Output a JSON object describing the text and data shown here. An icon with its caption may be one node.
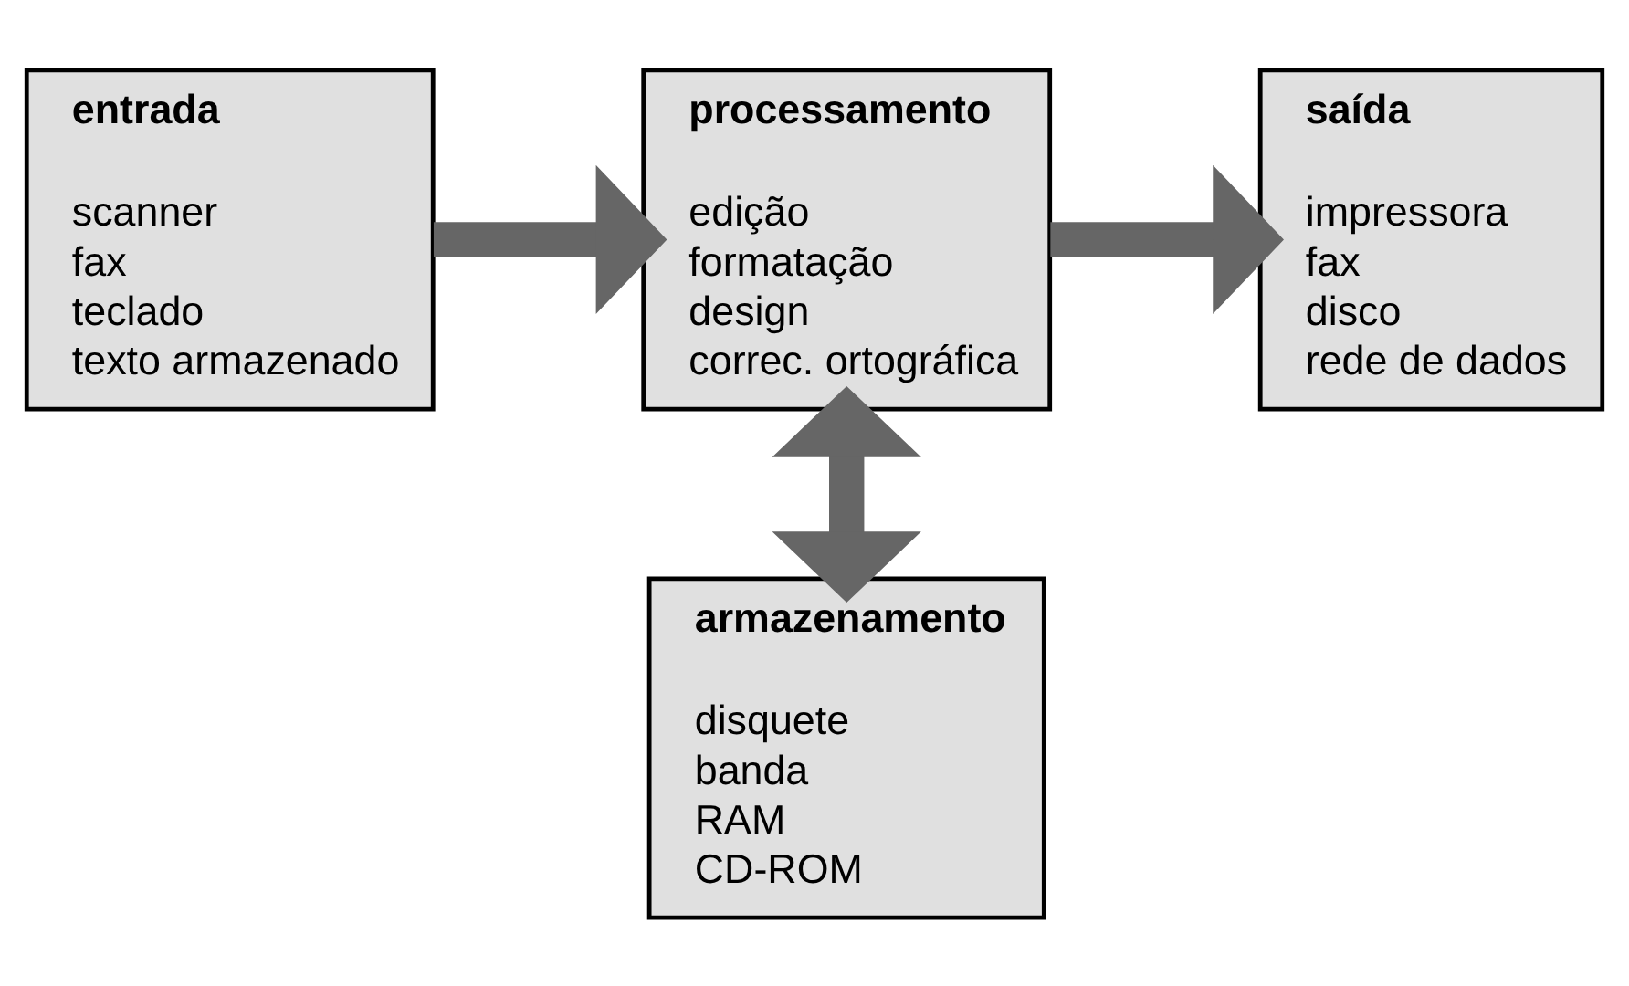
{
  "diagram": {
    "nodes": [
      {
        "text": [
          "entrada",
          "scanner",
          "fax",
          "teclado",
          "texto armazenado"
        ]
      },
      {
        "text": [
          "processamento",
          "edição",
          "formatação",
          "design",
          "correc. ortográfica"
        ]
      },
      {
        "text": [
          "saída",
          "impressora",
          "fax",
          "disco",
          "rede de dados"
        ]
      },
      {
        "text": [
          "armazenamento",
          "disquete",
          "banda",
          "RAM",
          "CD-ROM"
        ]
      }
    ],
    "edges": [
      {
        "from": 0,
        "to": 1,
        "arrow": "to"
      },
      {
        "from": 1,
        "to": 2,
        "arrow": "to"
      },
      {
        "from": 1,
        "to": 3,
        "arrow": "both"
      }
    ]
  }
}
